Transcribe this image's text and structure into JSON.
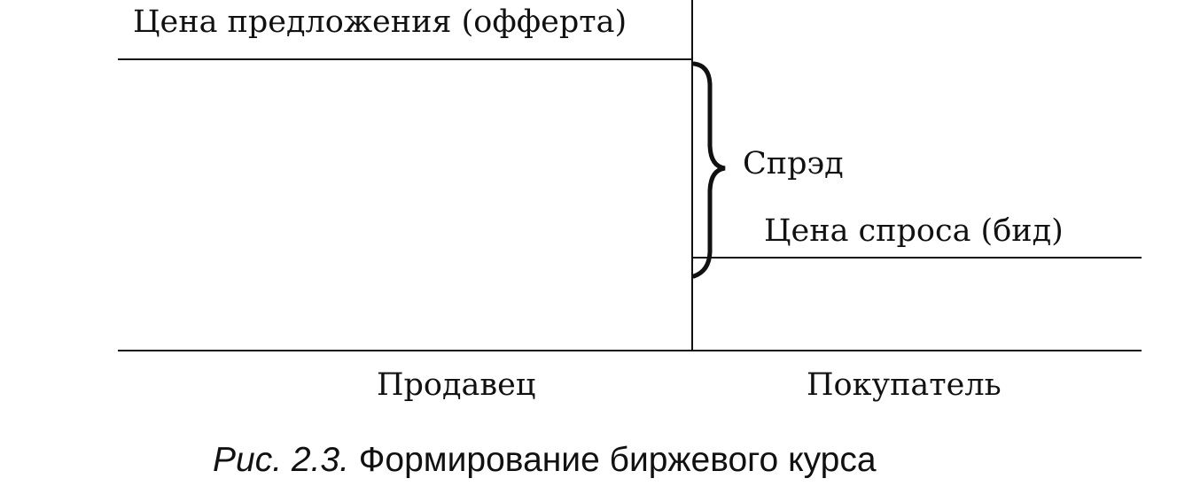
{
  "labels": {
    "offer_price": "Цена предложения (офферта)",
    "spread": "Спрэд",
    "bid_price": "Цена спроса (бид)",
    "seller": "Продавец",
    "buyer": "Покупатель"
  },
  "caption": {
    "number": "Рис. 2.3.",
    "title": "Формирование биржевого курса"
  }
}
